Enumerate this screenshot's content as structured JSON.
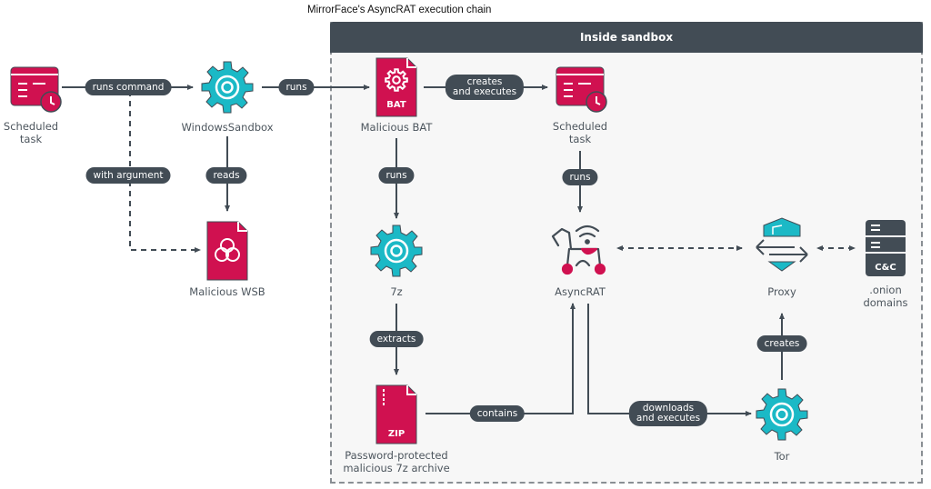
{
  "title": "MirrorFace's AsyncRAT execution chain",
  "sandbox": {
    "header": "Inside sandbox"
  },
  "colors": {
    "icon_red": "#d01150",
    "icon_teal": "#1bb9c6",
    "pill_bg": "#424c55",
    "sandbox_bg": "#f7f7f7",
    "label_text": "#4c555d"
  },
  "nodes": [
    {
      "id": "scheduled-task-outer",
      "label": "Scheduled\ntask",
      "icon": "calendar-clock-icon"
    },
    {
      "id": "windows-sandbox",
      "label": "WindowsSandbox",
      "icon": "gear-icon"
    },
    {
      "id": "malicious-wsb",
      "label": "Malicious WSB",
      "icon": "biohazard-file-icon"
    },
    {
      "id": "malicious-bat",
      "label": "Malicious BAT",
      "icon": "bat-file-icon",
      "badge": "BAT"
    },
    {
      "id": "scheduled-task-inner",
      "label": "Scheduled\ntask",
      "icon": "calendar-clock-icon"
    },
    {
      "id": "seven-z",
      "label": "7z",
      "icon": "gear-icon"
    },
    {
      "id": "asyncrat",
      "label": "AsyncRAT",
      "icon": "trojan-horse-icon"
    },
    {
      "id": "proxy",
      "label": "Proxy",
      "icon": "proxy-shield-icon"
    },
    {
      "id": "cc-server",
      "label": ".onion\ndomains",
      "icon": "server-icon",
      "badge": "C&C"
    },
    {
      "id": "zip-archive",
      "label": "Password-protected\nmalicious 7z archive",
      "icon": "zip-file-icon",
      "badge": "ZIP"
    },
    {
      "id": "tor",
      "label": "Tor",
      "icon": "gear-icon"
    }
  ],
  "edges": [
    {
      "from": "scheduled-task-outer",
      "to": "windows-sandbox",
      "label": "runs command",
      "style": "solid"
    },
    {
      "from": "windows-sandbox",
      "to": "malicious-bat",
      "label": "runs",
      "style": "solid"
    },
    {
      "from": "scheduled-task-outer",
      "to": "malicious-wsb",
      "label": "with argument",
      "style": "dashed"
    },
    {
      "from": "windows-sandbox",
      "to": "malicious-wsb",
      "label": "reads",
      "style": "solid"
    },
    {
      "from": "malicious-bat",
      "to": "scheduled-task-inner",
      "label": "creates\nand executes",
      "style": "solid"
    },
    {
      "from": "malicious-bat",
      "to": "seven-z",
      "label": "runs",
      "style": "solid"
    },
    {
      "from": "scheduled-task-inner",
      "to": "asyncrat",
      "label": "runs",
      "style": "solid"
    },
    {
      "from": "seven-z",
      "to": "zip-archive",
      "label": "extracts",
      "style": "solid"
    },
    {
      "from": "zip-archive",
      "to": "asyncrat",
      "label": "contains",
      "style": "solid"
    },
    {
      "from": "asyncrat",
      "to": "tor",
      "label": "downloads\nand executes",
      "style": "solid"
    },
    {
      "from": "tor",
      "to": "proxy",
      "label": "creates",
      "style": "solid"
    },
    {
      "from": "asyncrat",
      "to": "proxy",
      "label": "",
      "style": "dashed-bidirectional"
    },
    {
      "from": "proxy",
      "to": "cc-server",
      "label": "",
      "style": "dashed-bidirectional"
    }
  ]
}
